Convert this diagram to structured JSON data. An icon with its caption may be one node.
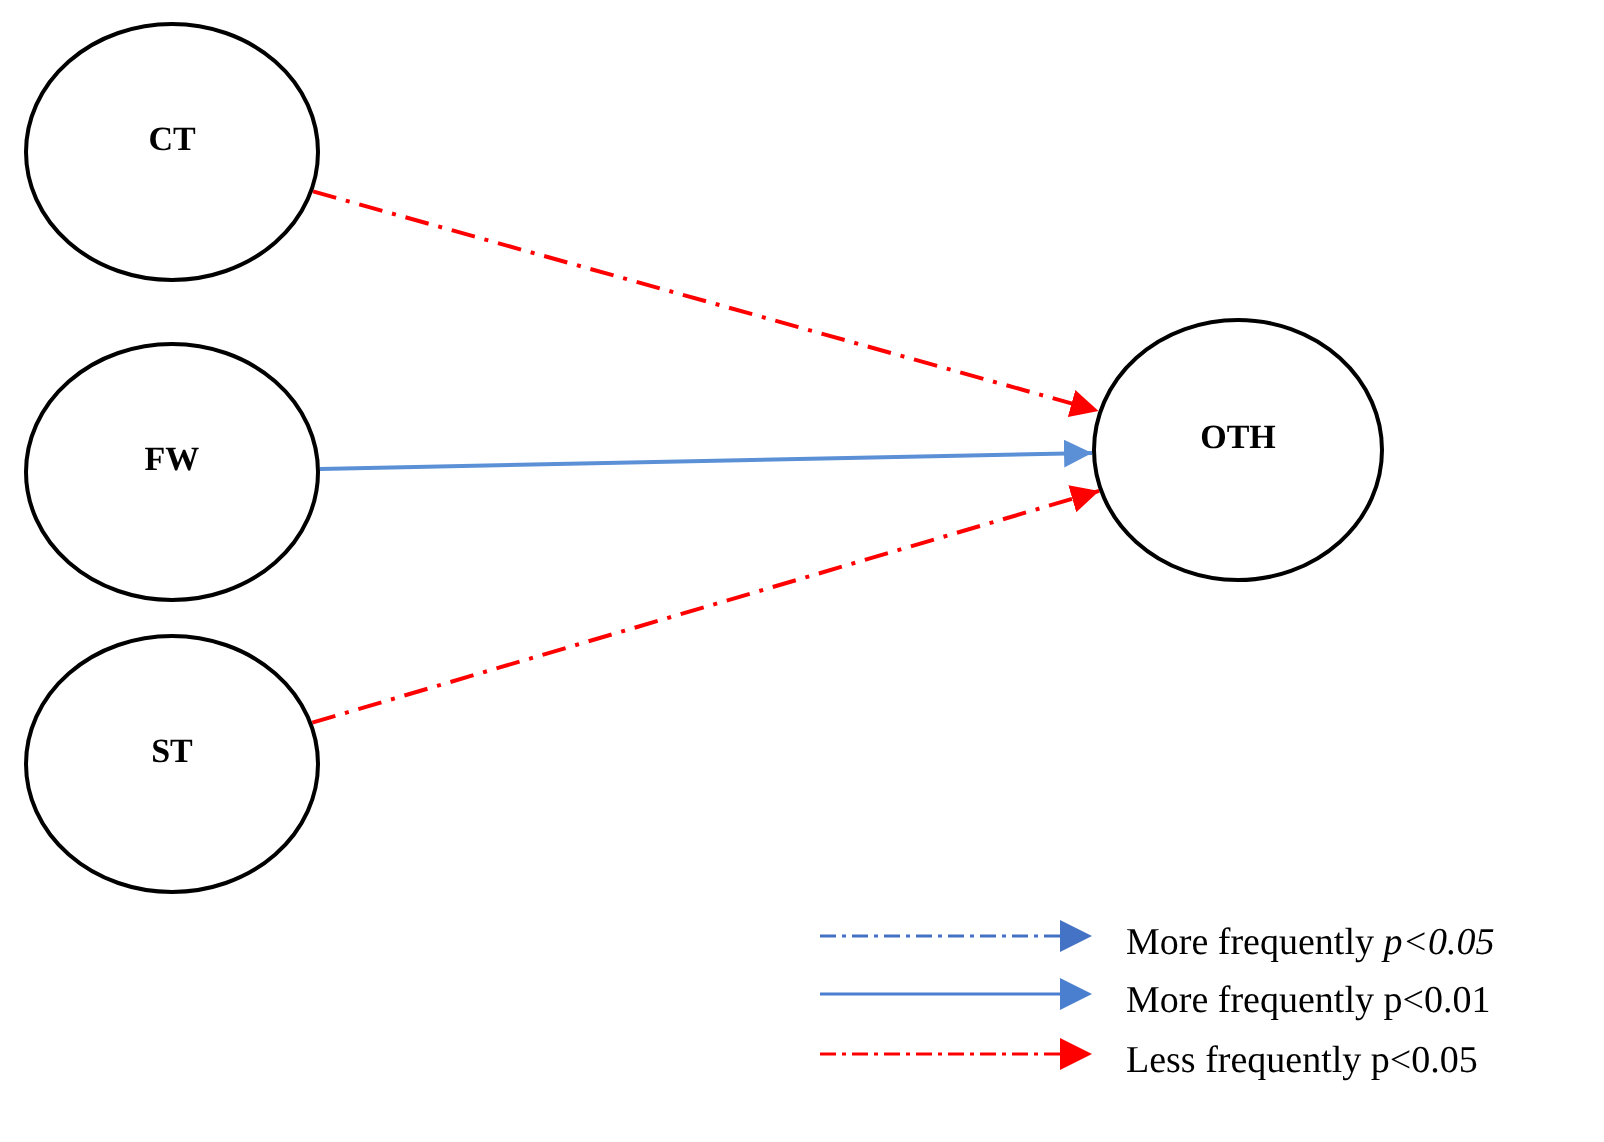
{
  "diagram": {
    "nodes": [
      {
        "text": [
          "CT"
        ]
      },
      {
        "text": [
          "FW"
        ]
      },
      {
        "text": [
          "ST"
        ]
      },
      {
        "text": [
          "OTH"
        ]
      }
    ],
    "edges": [
      {
        "from": 0,
        "to": 3,
        "arrow": "to",
        "style": "dashed"
      },
      {
        "from": 1,
        "to": 3,
        "arrow": "to",
        "color": "#5b8fd6"
      },
      {
        "from": 2,
        "to": 3,
        "arrow": "to",
        "style": "dashed"
      }
    ],
    "legend": [
      {
        "text": "More frequently *p<0.05*"
      },
      {
        "text": "More frequently p<0.01"
      },
      {
        "text": "Less frequently p<0.05"
      }
    ]
  }
}
